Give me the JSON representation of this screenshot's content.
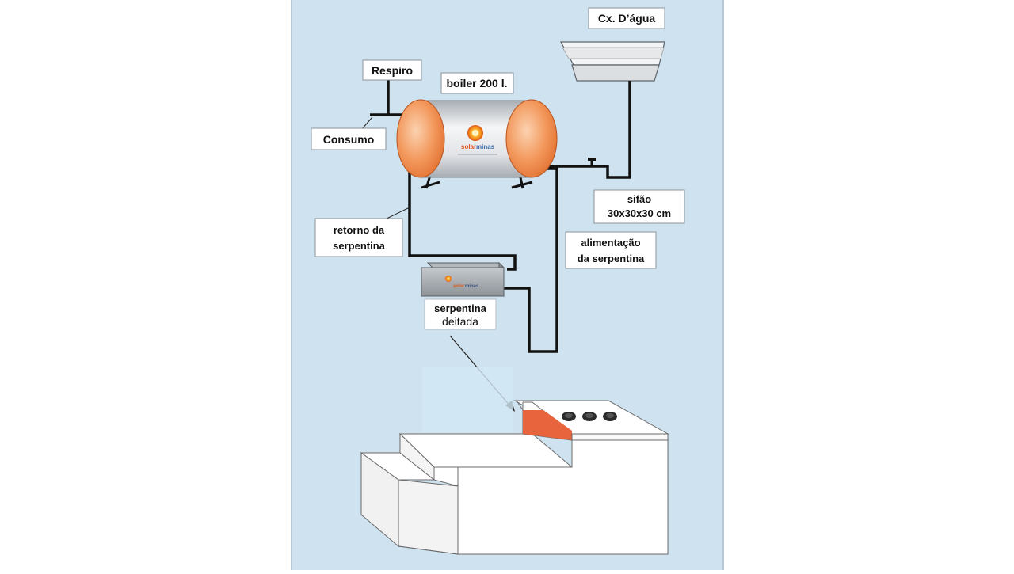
{
  "colors": {
    "panel_background": "#cfe2ef",
    "page_background": "#ffffff",
    "boiler_cap": "#f08a48",
    "boiler_body": "#d4d7db",
    "pipe": "#111111",
    "firebox": "#e8643c"
  },
  "labels": {
    "caixa_dagua": "Cx. D’água",
    "respiro": "Respiro",
    "boiler": "boiler 200 l.",
    "consumo": "Consumo",
    "sifao_line1": "sifão",
    "sifao_line2": "30x30x30 cm",
    "retorno_line1": "retorno da",
    "retorno_line2": "serpentina",
    "alimentacao_line1": "alimentação",
    "alimentacao_line2": "da serpentina",
    "serpentina_line1": "serpentina",
    "serpentina_line2": "deitada"
  },
  "brand": {
    "logo_text_left": "solar",
    "logo_text_right": "minas"
  }
}
